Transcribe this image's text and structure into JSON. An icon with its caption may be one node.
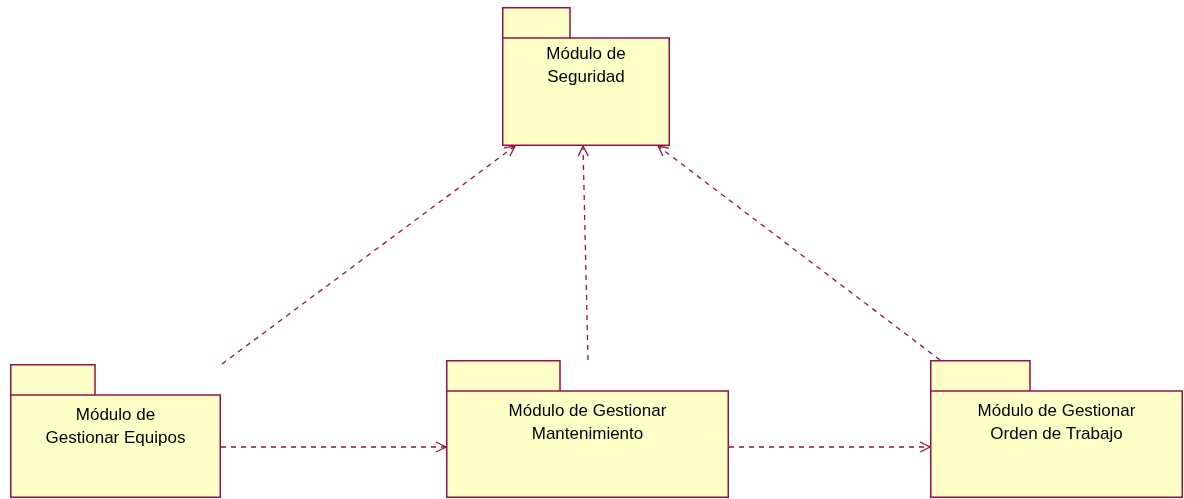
{
  "diagram": {
    "nodes": [
      {
        "text": [
          "Módulo de Seguridad"
        ]
      },
      {
        "text": [
          "Módulo de Gestionar Equipos"
        ]
      },
      {
        "text": [
          "Módulo de Gestionar Mantenimiento"
        ]
      },
      {
        "text": [
          "Módulo de Gestionar Orden de Trabajo"
        ]
      }
    ],
    "edges": [
      {
        "from": 1,
        "to": 0,
        "arrow": "to",
        "style": "dashed"
      },
      {
        "from": 2,
        "to": 0,
        "arrow": "to",
        "style": "dashed"
      },
      {
        "from": 3,
        "to": 0,
        "arrow": "to",
        "style": "dashed"
      },
      {
        "from": 1,
        "to": 2,
        "arrow": "to",
        "style": "dashed"
      },
      {
        "from": 2,
        "to": 3,
        "arrow": "to",
        "style": "dashed"
      }
    ]
  }
}
